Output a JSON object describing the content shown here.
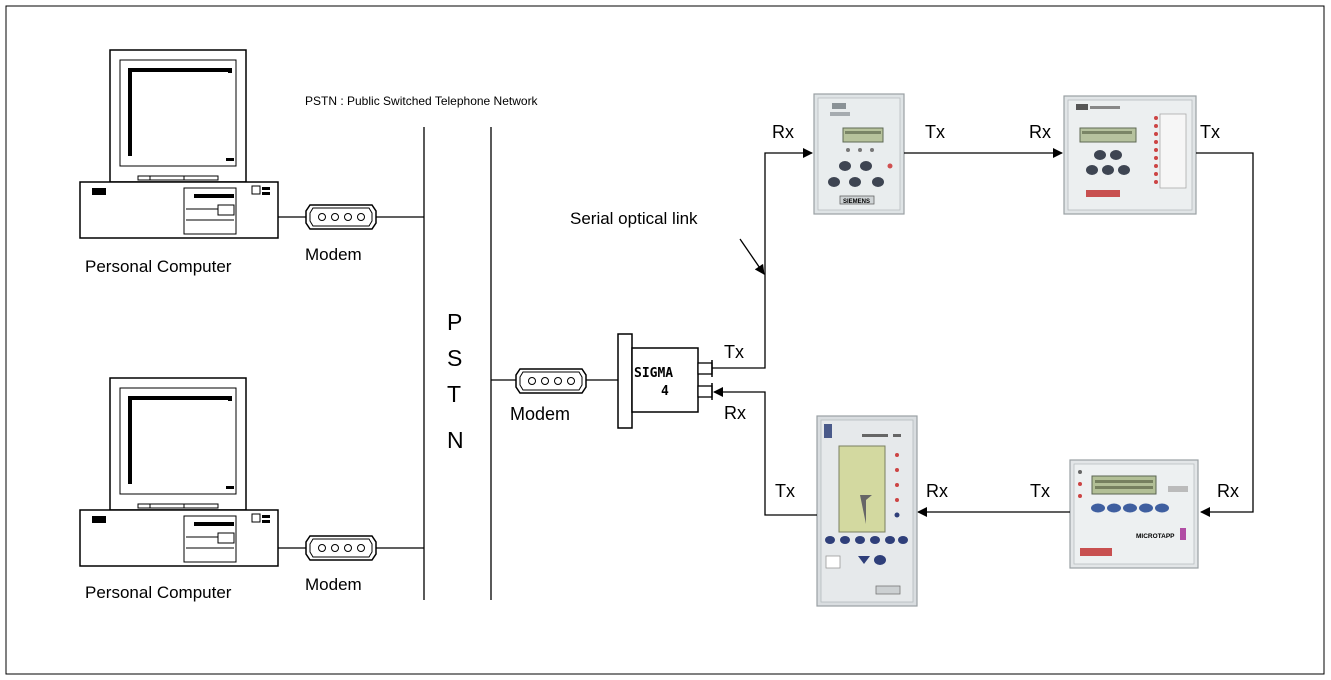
{
  "network_note": "PSTN : Public Switched Telephone Network",
  "pstn_letters": [
    "P",
    "S",
    "T",
    "N"
  ],
  "computer_label": "Personal Computer",
  "modem_label": "Modem",
  "serial_link_label": "Serial optical link",
  "sigma_label": [
    "SIGMA",
    "4"
  ],
  "tx": "Tx",
  "rx": "Rx",
  "relay_1_label": "SIEMENS",
  "relay_4_label": "MICROTAPP"
}
